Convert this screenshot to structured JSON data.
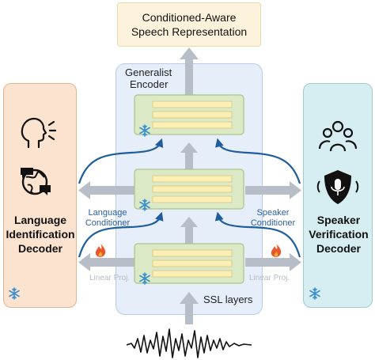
{
  "output": {
    "line1": "Conditioned-Aware",
    "line2": "Speech Representation"
  },
  "encoder": {
    "title_line1": "Generalist",
    "title_line2": "Encoder"
  },
  "ssl_label": "SSL layers",
  "left_decoder": {
    "line1": "Language",
    "line2": "Identification",
    "line3": "Decoder",
    "conditioner_line1": "Language",
    "conditioner_line2": "Conditioner",
    "proj_label": "Linear Proj."
  },
  "right_decoder": {
    "line1": "Speaker",
    "line2": "Verification",
    "line3": "Decoder",
    "conditioner_line1": "Speaker",
    "conditioner_line2": "Conditioner",
    "proj_label": "Linear Proj."
  },
  "icons": [
    "speaking-head-icon",
    "globe-chat-icon",
    "snowflake-icon",
    "fire-icon",
    "people-group-icon",
    "shield-microphone-icon",
    "waveform-icon"
  ],
  "colors": {
    "output_fill": "#fdf3dc",
    "encoder_fill": "#e6eef9",
    "layer_fill": "#dbe9c6",
    "bar_fill": "#fbefb6",
    "lid_fill": "#fbe3cf",
    "sv_fill": "#d6eef2",
    "conditioner_arrow": "#1f5d9c",
    "gray_arrow": "#b7bec8",
    "snowflake": "#3a8fd0",
    "fire": "#e8582a"
  }
}
